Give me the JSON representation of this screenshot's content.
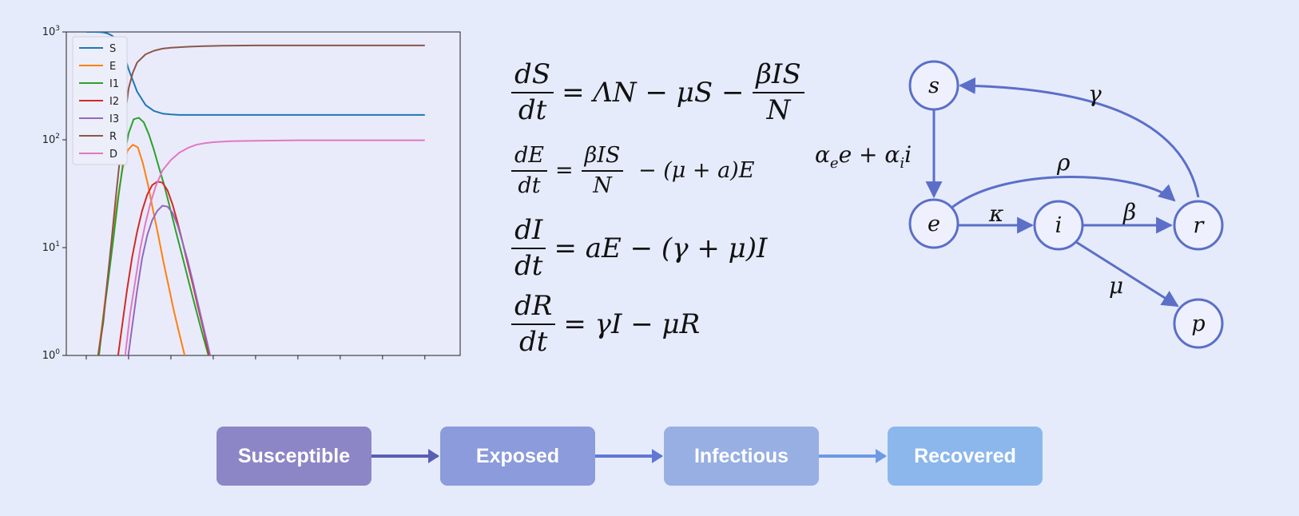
{
  "chart_data": {
    "type": "line",
    "yscale": "log",
    "ylim": [
      1,
      1000
    ],
    "ytick_labels": [
      "10^0",
      "10^1",
      "10^2",
      "10^3"
    ],
    "xticks": 9,
    "legend": "top-left",
    "series": [
      {
        "name": "S",
        "color": "#1f77b4",
        "x": [
          0,
          5,
          10,
          15,
          20,
          25,
          30,
          35,
          40,
          45,
          50,
          60,
          70,
          80,
          90,
          100,
          110,
          120,
          140,
          160,
          200,
          240,
          300,
          350,
          400
        ],
        "y": [
          1000,
          1000,
          1000,
          998,
          990,
          970,
          930,
          860,
          760,
          610,
          450,
          280,
          210,
          185,
          175,
          172,
          170,
          170,
          170,
          170,
          170,
          170,
          170,
          170,
          170
        ]
      },
      {
        "name": "E",
        "color": "#ff7f0e",
        "x": [
          10,
          14,
          19,
          25,
          31,
          37,
          43,
          49,
          55,
          61,
          67,
          73,
          79,
          85,
          91,
          97,
          103,
          109,
          115,
          121,
          127,
          133
        ],
        "y": [
          0.6,
          1,
          2,
          5,
          12,
          28,
          55,
          80,
          90,
          85,
          60,
          38,
          22,
          13,
          7.5,
          4.5,
          2.7,
          1.7,
          1.1,
          0.7,
          0.45,
          0.3
        ]
      },
      {
        "name": "I1",
        "color": "#2ca02c",
        "x": [
          12,
          15,
          20,
          26,
          32,
          38,
          44,
          50,
          56,
          62,
          68,
          74,
          80,
          86,
          92,
          98,
          106,
          114,
          122,
          130,
          138,
          146,
          154,
          162
        ],
        "y": [
          0.6,
          1,
          2.2,
          5,
          12,
          30,
          65,
          115,
          155,
          160,
          145,
          112,
          80,
          55,
          38,
          25,
          14,
          8,
          4.5,
          2.6,
          1.5,
          0.9,
          0.55,
          0.35
        ]
      },
      {
        "name": "I2",
        "color": "#d62728",
        "x": [
          30,
          36,
          42,
          48,
          54,
          60,
          66,
          72,
          78,
          84,
          90,
          96,
          102,
          108,
          114,
          120,
          126,
          132,
          138,
          144,
          150
        ],
        "y": [
          0.35,
          0.8,
          1.8,
          4,
          8,
          14,
          22,
          31,
          38,
          41,
          40,
          34,
          25,
          17,
          11,
          7,
          4.5,
          2.8,
          1.8,
          1.1,
          0.7
        ]
      },
      {
        "name": "I3",
        "color": "#9467bd",
        "x": [
          42,
          48,
          54,
          60,
          66,
          72,
          78,
          84,
          90,
          96,
          102,
          108,
          114,
          120,
          126,
          132,
          138,
          144,
          150
        ],
        "y": [
          0.35,
          0.8,
          1.8,
          4,
          8,
          13,
          18,
          22,
          24.5,
          24,
          21,
          16,
          11,
          7.5,
          4.8,
          3,
          1.9,
          1.2,
          0.75
        ]
      },
      {
        "name": "R",
        "color": "#8c564b",
        "x": [
          10,
          14,
          20,
          25,
          30,
          35,
          40,
          45,
          50,
          55,
          60,
          70,
          80,
          90,
          100,
          120,
          140,
          160,
          200,
          250,
          300,
          350,
          400
        ],
        "y": [
          0.6,
          1,
          2,
          5,
          12,
          30,
          70,
          150,
          300,
          420,
          520,
          620,
          670,
          700,
          715,
          730,
          740,
          745,
          750,
          750,
          750,
          750,
          750
        ]
      },
      {
        "name": "D",
        "color": "#e377c2",
        "x": [
          42,
          46,
          52,
          58,
          64,
          70,
          76,
          82,
          90,
          100,
          110,
          120,
          130,
          140,
          150,
          170,
          200,
          250,
          300,
          350,
          400
        ],
        "y": [
          0.35,
          1,
          2.5,
          5,
          10,
          17,
          26,
          37,
          52,
          65,
          76,
          84,
          90,
          93,
          95,
          97,
          98,
          99,
          99,
          99,
          99
        ]
      }
    ]
  },
  "equations": {
    "eq1": {
      "num": "dS",
      "den": "dt",
      "rhs": "= ΛN − μS − "
    },
    "eq1_tail": {
      "num": "βIS",
      "den": "N"
    },
    "eq2": {
      "num": "dE",
      "den": "dt",
      "rhs_after": " − (μ + a)E"
    },
    "eq2_mid": {
      "num": "βIS",
      "den": "N"
    },
    "eq3": {
      "num": "dI",
      "den": "dt",
      "rhs": "= aE − (γ + μ)I"
    },
    "eq4": {
      "num": "dR",
      "den": "dt",
      "rhs": "= γI − μR"
    }
  },
  "network": {
    "nodes": {
      "s": "s",
      "e": "e",
      "i": "i",
      "r": "r",
      "p": "p"
    },
    "edge_labels": {
      "s_to_e": "α",
      "gamma": "γ",
      "rho": "ρ",
      "kappa": "κ",
      "beta": "β",
      "mu": "μ"
    },
    "color": "#5b6fc8"
  },
  "flow": {
    "steps": [
      {
        "label": "Susceptible",
        "color": "#8c86c6"
      },
      {
        "label": "Exposed",
        "color": "#8b9bdb"
      },
      {
        "label": "Infectious",
        "color": "#97afe2"
      },
      {
        "label": "Recovered",
        "color": "#8cb7ec"
      }
    ],
    "arrow_colors": [
      "#5a5eb4",
      "#6277d4",
      "#6e99e4"
    ]
  }
}
